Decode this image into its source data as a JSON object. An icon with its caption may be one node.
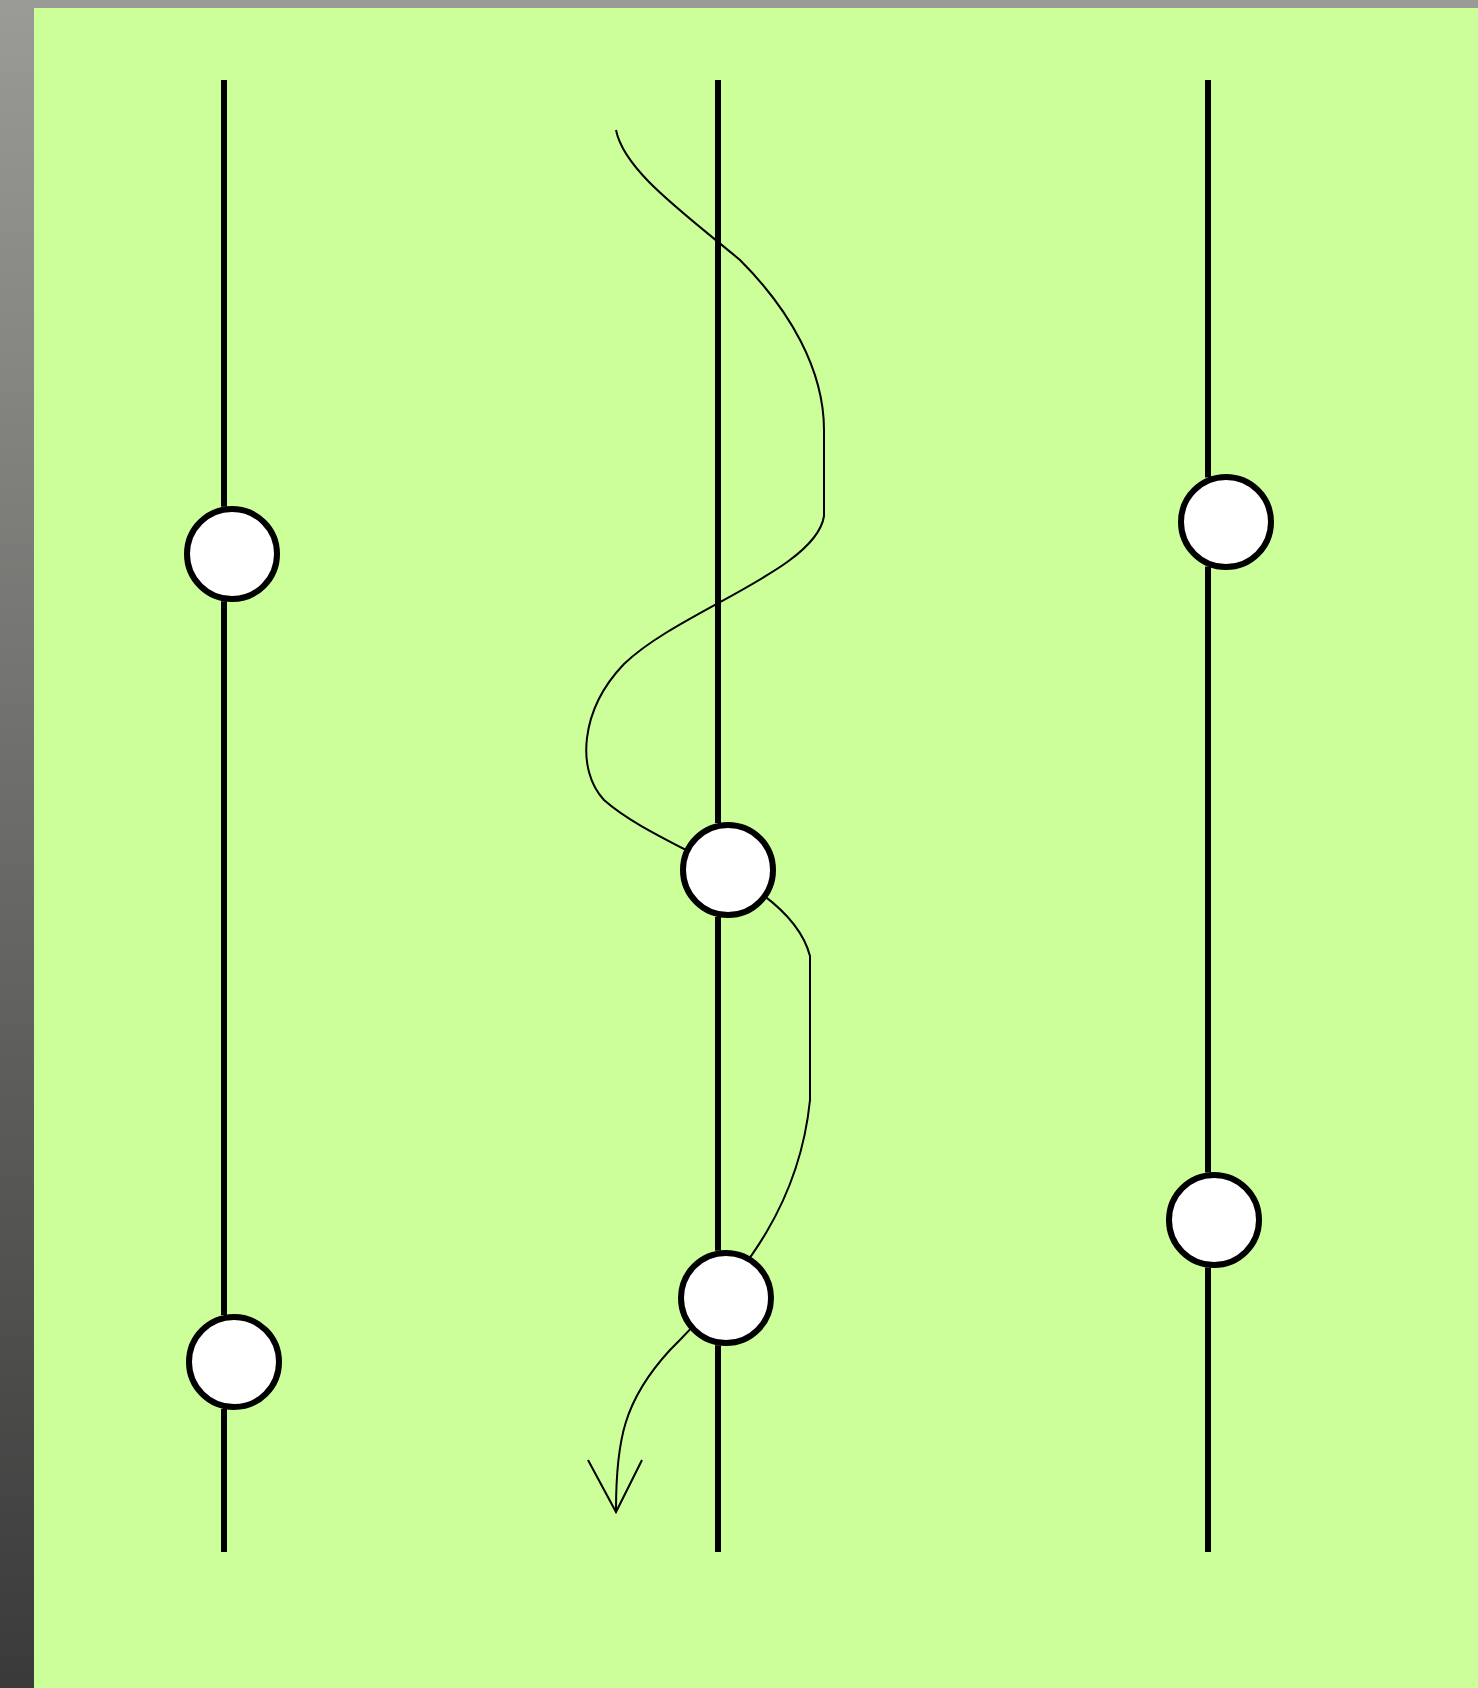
{
  "diagram": {
    "nodes": [
      {
        "text": [],
        "shape": "circle"
      },
      {
        "text": [],
        "shape": "circle"
      },
      {
        "text": [],
        "shape": "circle"
      },
      {
        "text": [],
        "shape": "circle"
      },
      {
        "text": [],
        "shape": "circle"
      },
      {
        "text": [],
        "shape": "circle"
      }
    ],
    "edges": [
      {
        "from": null,
        "to": 0,
        "arrow": "none"
      },
      {
        "from": 0,
        "to": 1,
        "arrow": "none"
      },
      {
        "from": 1,
        "to": null,
        "arrow": "none"
      },
      {
        "from": null,
        "to": 2,
        "arrow": "none"
      },
      {
        "from": 2,
        "to": 3,
        "arrow": "none"
      },
      {
        "from": 3,
        "to": null,
        "arrow": "none"
      },
      {
        "from": null,
        "to": 4,
        "arrow": "none"
      },
      {
        "from": 4,
        "to": 5,
        "arrow": "none"
      },
      {
        "from": 5,
        "to": null,
        "arrow": "none"
      }
    ]
  }
}
